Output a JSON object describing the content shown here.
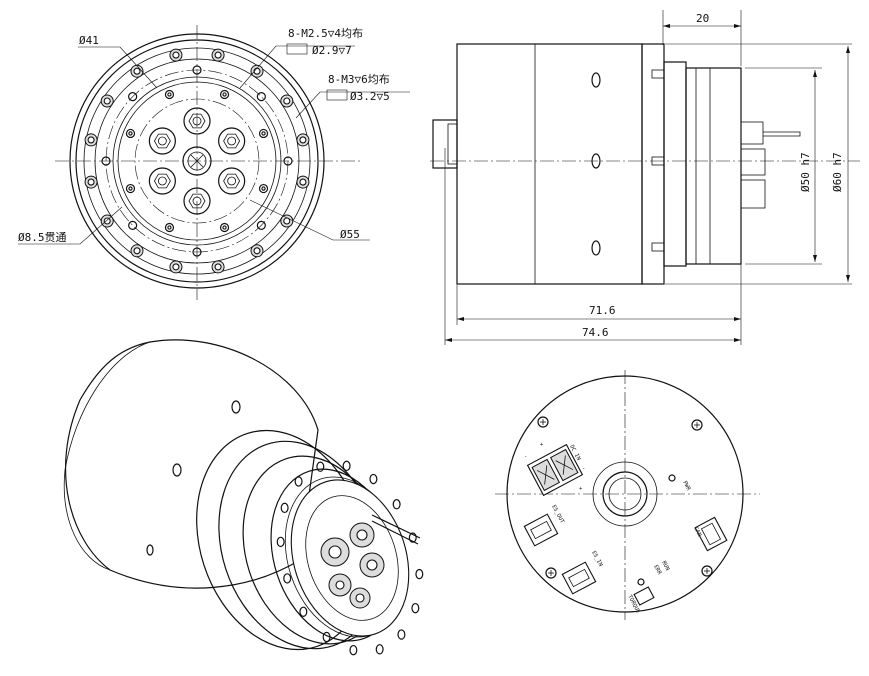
{
  "front_view": {
    "dim_d41": "Ø41",
    "dim_m25": "8-M2.5▽4均布",
    "dim_m25_cb": "Ø2.9▽7",
    "dim_m3": "8-M3▽6均布",
    "dim_m3_cb": "Ø3.2▽5",
    "dim_d85": "Ø8.5贯通",
    "dim_d55": "Ø55"
  },
  "side_view": {
    "dim_20": "20",
    "dim_d50": "Ø50 h7",
    "dim_d60": "Ø60 h7",
    "dim_716": "71.6",
    "dim_746": "74.6"
  },
  "back_view": {
    "lbl_dc_in": "DC IN",
    "lbl_plus_1": "+",
    "lbl_minus_1": "-",
    "lbl_plus_2": "+",
    "lbl_minus_2": "-",
    "lbl_es_out": "ES_OUT",
    "lbl_es_in": "ES_IN",
    "lbl_err": "ERR",
    "lbl_run": "RUN",
    "lbl_pwr": "PWR",
    "lbl_can": "CAN",
    "lbl_torque": "TORQUE"
  }
}
